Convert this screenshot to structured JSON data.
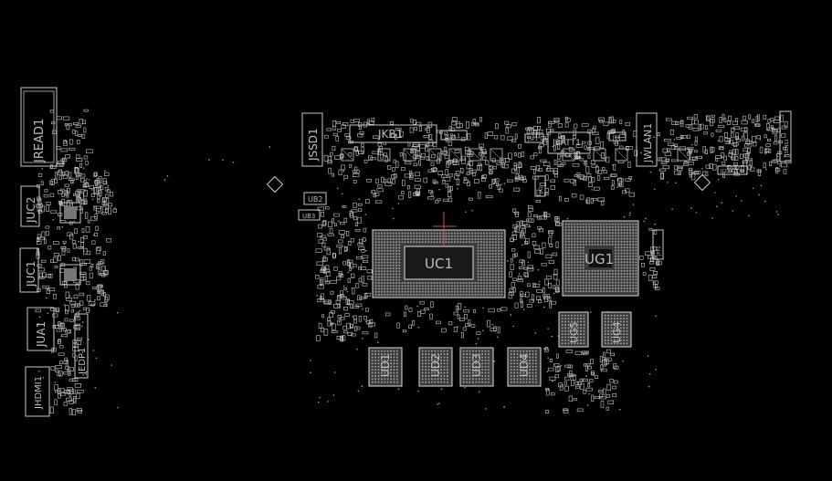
{
  "board": {
    "background": "#000000",
    "trace_color": "#c8c8c8",
    "via_color": "#5fb8c8",
    "marker_color": "#d05060"
  },
  "components": {
    "jread1": "JREAD1",
    "juc2": "JUC2",
    "juc1": "JUC1",
    "jua1": "JUA1",
    "jedp1": "JEDP1",
    "jhdmi1": "JHDMI1",
    "jssd1": "JSSD1",
    "jkb1": "JKB1",
    "jkbl1": "JKBL1",
    "jbatt1": "JBATT1",
    "jwlan1": "JWLAN1",
    "ub2": "UB2",
    "ub3": "UB3",
    "uc1": "UC1",
    "ug1": "UG1",
    "ug5": "UG5",
    "ug4": "UG4",
    "ud1": "UD1",
    "ud2": "UD2",
    "ud3": "UD3",
    "ud4": "UD4",
    "jcdbg1": "JCDBG1",
    "jsens1": "JSENS1",
    "jp1": "JP1",
    "jfp1": "JFP1",
    "jsp1": "JSP1",
    "ja1": "JA1"
  }
}
